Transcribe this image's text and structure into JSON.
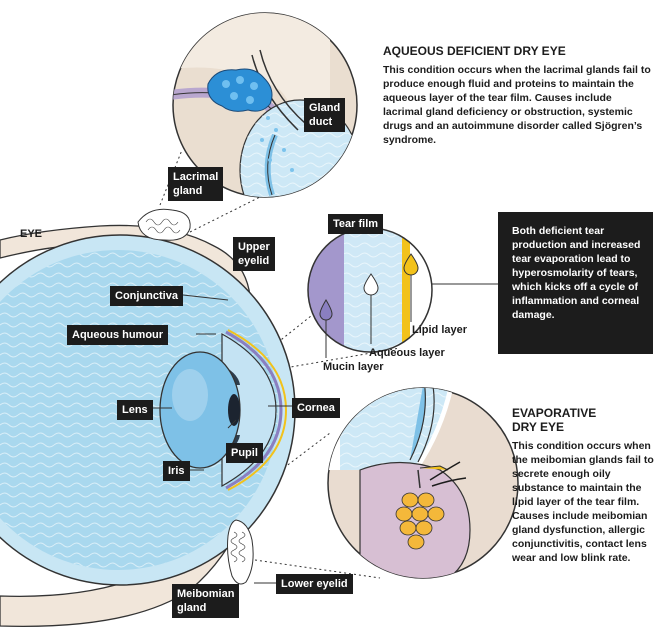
{
  "labels": {
    "eye": "EYE",
    "lacrimal_gland": [
      "Lacrimal",
      "gland"
    ],
    "gland_duct": [
      "Gland",
      "duct"
    ],
    "upper_eyelid": [
      "Upper",
      "eyelid"
    ],
    "conjunctiva": "Conjunctiva",
    "aqueous_humour": "Aqueous humour",
    "lens": "Lens",
    "cornea": "Cornea",
    "pupil": "Pupil",
    "iris": "Iris",
    "meibomian_gland": [
      "Meibomian",
      "gland"
    ],
    "lower_eyelid": "Lower eyelid",
    "tear_film": "Tear film",
    "mucin_layer": "Mucin layer",
    "aqueous_layer": "Aqueous layer",
    "lipid_layer": "Lipid layer"
  },
  "aqueous_deficient": {
    "title": "AQUEOUS DEFICIENT DRY EYE",
    "body": "This condition occurs when the lacrimal glands fail to produce enough fluid and proteins to maintain the aqueous layer of the tear film. Causes include lacrimal gland deficiency or obstruction, systemic drugs and an autoimmune disorder called Sjögren’s syndrome."
  },
  "hyperosmolarity_note": "Both deficient tear production and increased tear evaporation lead to hyperosmolarity of tears, which kicks off a cycle of inflammation and corneal damage.",
  "evaporative": {
    "title": [
      "EVAPORATIVE",
      "DRY EYE"
    ],
    "body": "This condition occurs when the meibomian glands fail to secrete enough oily substance to maintain the lipid layer of the tear film. Causes include meibomian gland dysfunction, allergic conjunctivitis, contact lens wear and low blink rate."
  },
  "colors": {
    "eye_blue": "#a9d8ee",
    "lens_blue": "#7ec1e7",
    "skin": "#eaded0",
    "lacrimal_blue": "#2c8fd6",
    "mucin_purple": "#a397cc",
    "lipid_yellow": "#f2c21b",
    "gland_orange": "#f4b83a",
    "conjunctiva_green": "#cfe0a0",
    "label_bg": "#1c1c1c"
  }
}
